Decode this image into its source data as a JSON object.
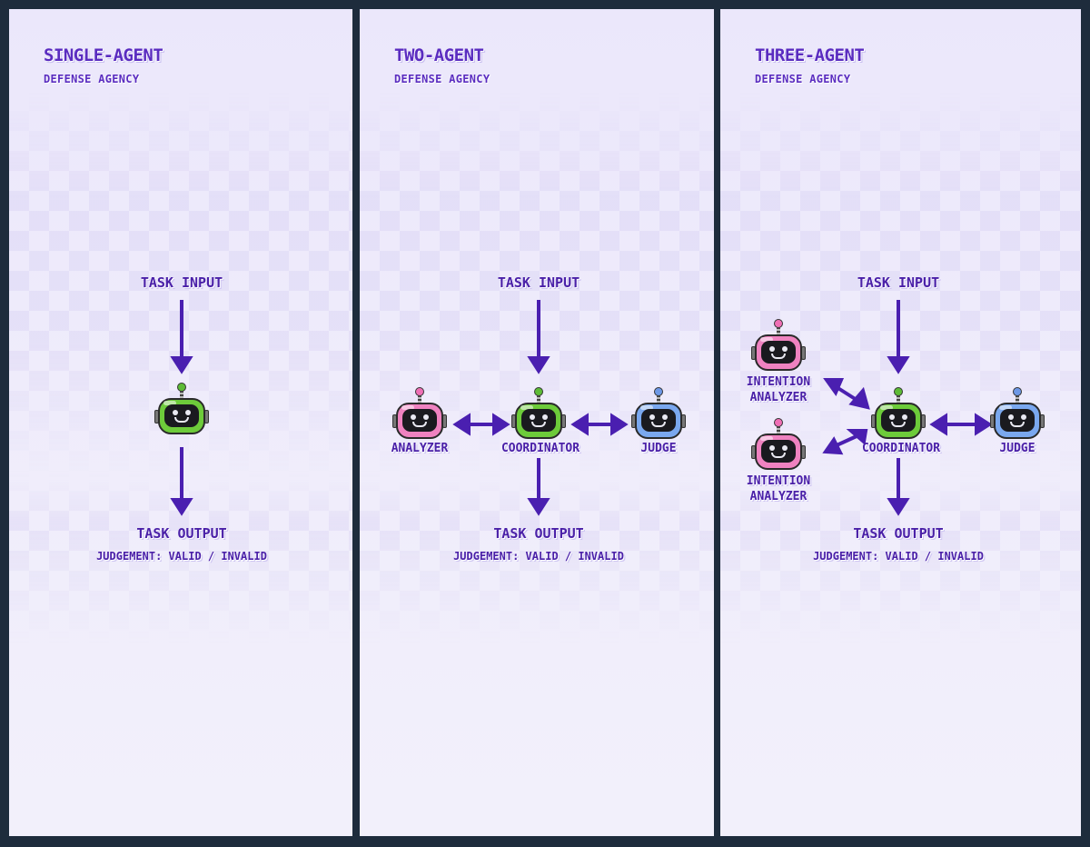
{
  "panels": {
    "single": {
      "title": "SINGLE-AGENT",
      "subtitle": "DEFENSE AGENCY",
      "input_label": "TASK INPUT",
      "output_label": "TASK OUTPUT",
      "judgement_label": "JUDGEMENT: VALID / INVALID",
      "agents": [
        {
          "role": "coordinator",
          "color": "green",
          "label": ""
        }
      ]
    },
    "two": {
      "title": "TWO-AGENT",
      "subtitle": "DEFENSE AGENCY",
      "input_label": "TASK INPUT",
      "output_label": "TASK OUTPUT",
      "judgement_label": "JUDGEMENT: VALID / INVALID",
      "agents": [
        {
          "role": "analyzer",
          "color": "pink",
          "label": "ANALYZER"
        },
        {
          "role": "coordinator",
          "color": "green",
          "label": "COORDINATOR"
        },
        {
          "role": "judge",
          "color": "blue",
          "label": "JUDGE"
        }
      ]
    },
    "three": {
      "title": "THREE-AGENT",
      "subtitle": "DEFENSE AGENCY",
      "input_label": "TASK INPUT",
      "output_label": "TASK OUTPUT",
      "judgement_label": "JUDGEMENT: VALID / INVALID",
      "agents": [
        {
          "role": "intention-analyzer-1",
          "color": "pink",
          "label_line1": "INTENTION",
          "label_line2": "ANALYZER"
        },
        {
          "role": "intention-analyzer-2",
          "color": "pink",
          "label_line1": "INTENTION",
          "label_line2": "ANALYZER"
        },
        {
          "role": "coordinator",
          "color": "green",
          "label": "COORDINATOR"
        },
        {
          "role": "judge",
          "color": "blue",
          "label": "JUDGE"
        }
      ]
    }
  },
  "colors": {
    "arrow": "#4a1fb0",
    "title": "#5a2cc0",
    "coordinator": "#6dcb3a",
    "analyzer": "#ef82c0",
    "judge": "#7aa8ef",
    "border": "#1e2c3c"
  }
}
